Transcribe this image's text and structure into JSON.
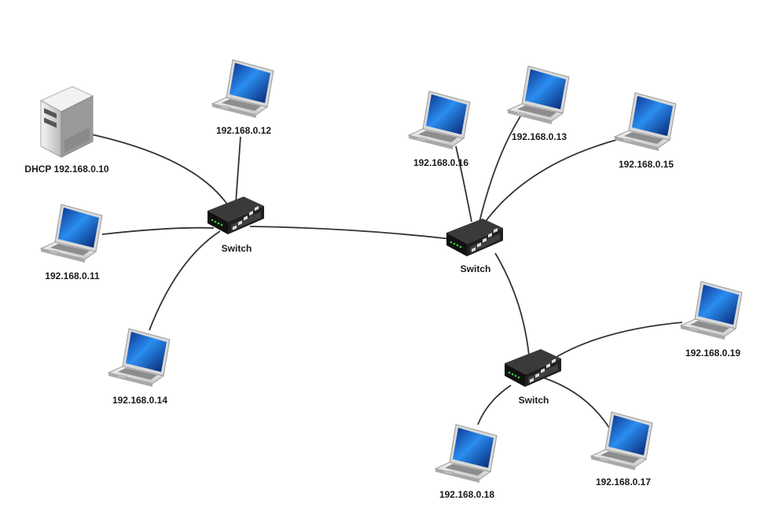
{
  "nodes": {
    "server": {
      "label": "DHCP 192.168.0.10",
      "icon": "server-icon"
    },
    "laptop_12": {
      "label": "192.168.0.12",
      "icon": "laptop-icon"
    },
    "laptop_11": {
      "label": "192.168.0.11",
      "icon": "laptop-icon"
    },
    "laptop_14": {
      "label": "192.168.0.14",
      "icon": "laptop-icon"
    },
    "laptop_16": {
      "label": "192.168.0.16",
      "icon": "laptop-icon"
    },
    "laptop_13": {
      "label": "192.168.0.13",
      "icon": "laptop-icon"
    },
    "laptop_15": {
      "label": "192.168.0.15",
      "icon": "laptop-icon"
    },
    "laptop_19": {
      "label": "192.168.0.19",
      "icon": "laptop-icon"
    },
    "laptop_18": {
      "label": "192.168.0.18",
      "icon": "laptop-icon"
    },
    "laptop_17": {
      "label": "192.168.0.17",
      "icon": "laptop-icon"
    },
    "switch_1": {
      "label": "Switch",
      "icon": "switch-icon"
    },
    "switch_2": {
      "label": "Switch",
      "icon": "switch-icon"
    },
    "switch_3": {
      "label": "Switch",
      "icon": "switch-icon"
    }
  },
  "links": [
    [
      "server",
      "switch_1"
    ],
    [
      "laptop_12",
      "switch_1"
    ],
    [
      "laptop_11",
      "switch_1"
    ],
    [
      "laptop_14",
      "switch_1"
    ],
    [
      "switch_1",
      "switch_2"
    ],
    [
      "laptop_16",
      "switch_2"
    ],
    [
      "laptop_13",
      "switch_2"
    ],
    [
      "laptop_15",
      "switch_2"
    ],
    [
      "switch_2",
      "switch_3"
    ],
    [
      "laptop_19",
      "switch_3"
    ],
    [
      "laptop_18",
      "switch_3"
    ],
    [
      "laptop_17",
      "switch_3"
    ]
  ],
  "colors": {
    "link": "#333333",
    "screen": "#0a4fb8",
    "switch_body": "#1c1c1c",
    "led": "#3cd23c"
  }
}
